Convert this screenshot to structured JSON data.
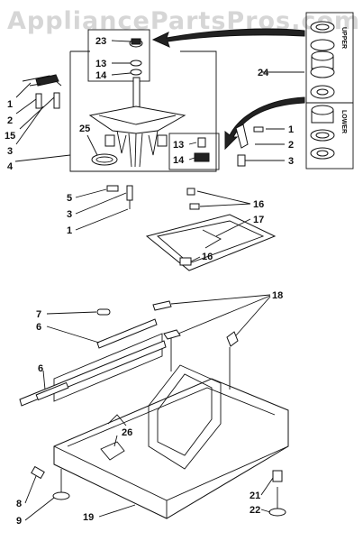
{
  "watermark": "AppliancePartsPros.com",
  "callouts": {
    "c1a": "1",
    "c2a": "2",
    "c15": "15",
    "c3a": "3",
    "c4": "4",
    "c25": "25",
    "c5": "5",
    "c3b": "3",
    "c1b": "1",
    "c23": "23",
    "c13a": "13",
    "c14a": "14",
    "c24": "24",
    "c1c": "1",
    "c2c": "2",
    "c3c": "3",
    "c13b": "13",
    "c14b": "14",
    "c16a": "16",
    "c17": "17",
    "c16b": "16",
    "c18": "18",
    "c7": "7",
    "c6a": "6",
    "c6b": "6",
    "c26": "26",
    "c8": "8",
    "c9": "9",
    "c19": "19",
    "c21": "21",
    "c22": "22"
  },
  "bearing_labels": {
    "upper": "UPPER",
    "lower": "LOWER"
  },
  "colors": {
    "line": "#111111",
    "watermark": "#d6d6d6",
    "background": "#ffffff"
  }
}
